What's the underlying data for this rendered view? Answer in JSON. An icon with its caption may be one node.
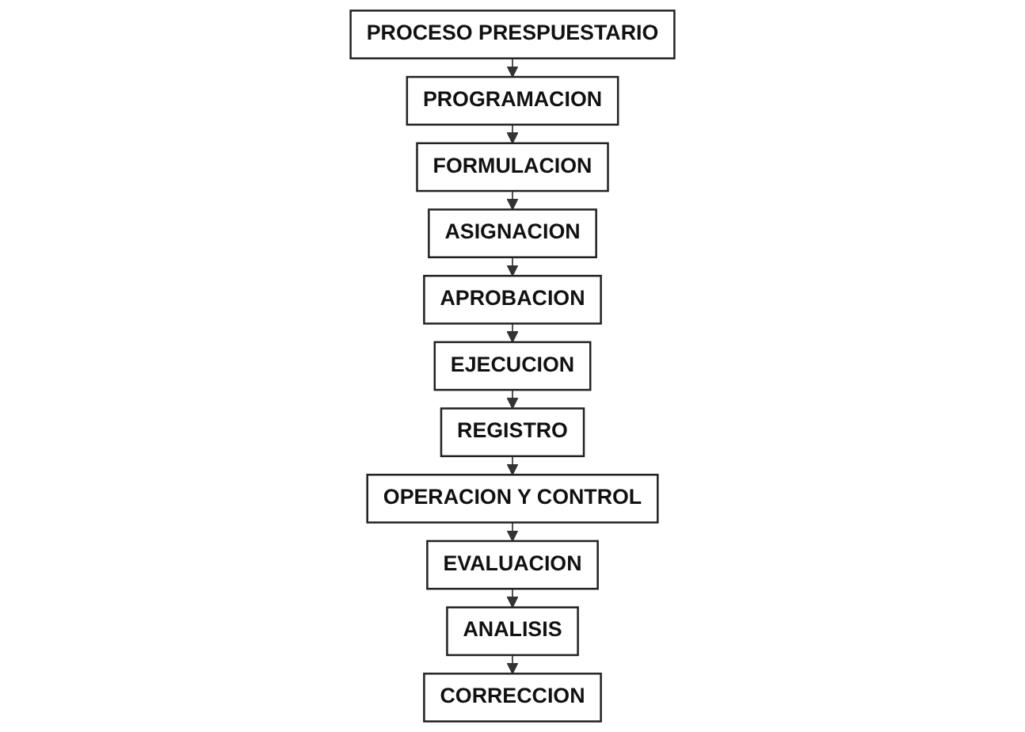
{
  "diagram": {
    "nodes": [
      {
        "text": [
          "PROCESO PRESPUESTARIO"
        ]
      },
      {
        "text": [
          "PROGRAMACION"
        ]
      },
      {
        "text": [
          "FORMULACION"
        ]
      },
      {
        "text": [
          "ASIGNACION"
        ]
      },
      {
        "text": [
          "APROBACION"
        ]
      },
      {
        "text": [
          "EJECUCION"
        ]
      },
      {
        "text": [
          "REGISTRO"
        ]
      },
      {
        "text": [
          "OPERACION Y CONTROL"
        ]
      },
      {
        "text": [
          "EVALUACION"
        ]
      },
      {
        "text": [
          "ANALISIS"
        ]
      },
      {
        "text": [
          "CORRECCION"
        ]
      }
    ],
    "edges": [
      {
        "from": 0,
        "to": 1,
        "arrow": "to"
      },
      {
        "from": 1,
        "to": 2,
        "arrow": "to"
      },
      {
        "from": 2,
        "to": 3,
        "arrow": "to"
      },
      {
        "from": 3,
        "to": 4,
        "arrow": "to"
      },
      {
        "from": 4,
        "to": 5,
        "arrow": "to"
      },
      {
        "from": 5,
        "to": 6,
        "arrow": "to"
      },
      {
        "from": 6,
        "to": 7,
        "arrow": "to"
      },
      {
        "from": 7,
        "to": 8,
        "arrow": "to"
      },
      {
        "from": 8,
        "to": 9,
        "arrow": "to"
      },
      {
        "from": 9,
        "to": 10,
        "arrow": "to"
      }
    ]
  }
}
